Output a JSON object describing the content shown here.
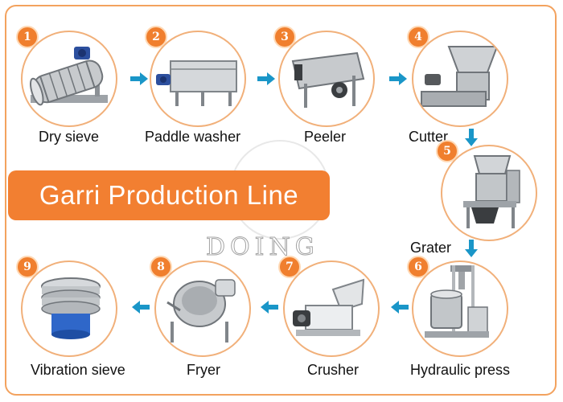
{
  "title": "Garri Production Line",
  "watermark": "DOING",
  "colors": {
    "accent": "#f27f31",
    "arrow": "#1a96c8",
    "ring": "#f1b07a"
  },
  "stations": [
    {
      "number": "1",
      "label": "Dry sieve",
      "icon": "drum-sieve-machine-icon"
    },
    {
      "number": "2",
      "label": "Paddle washer",
      "icon": "washing-tank-machine-icon"
    },
    {
      "number": "3",
      "label": "Peeler",
      "icon": "peeling-machine-icon"
    },
    {
      "number": "4",
      "label": "Cutter",
      "icon": "hopper-cutter-machine-icon"
    },
    {
      "number": "5",
      "label": "Grater",
      "icon": "grater-machine-icon"
    },
    {
      "number": "6",
      "label": "Hydraulic press",
      "icon": "hydraulic-press-icon"
    },
    {
      "number": "7",
      "label": "Crusher",
      "icon": "crusher-machine-icon"
    },
    {
      "number": "8",
      "label": "Fryer",
      "icon": "fryer-pan-icon"
    },
    {
      "number": "9",
      "label": "Vibration sieve",
      "icon": "vibration-sieve-icon"
    }
  ]
}
